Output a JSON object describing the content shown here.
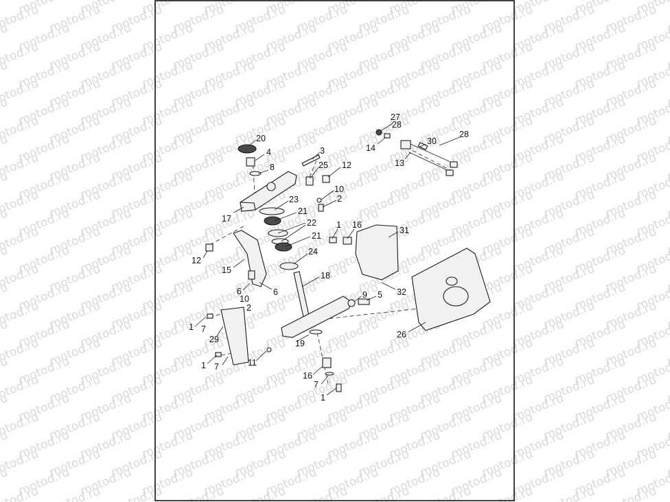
{
  "watermark": {
    "text": "motod.ru"
  },
  "callouts": [
    {
      "label": "20"
    },
    {
      "label": "4"
    },
    {
      "label": "3"
    },
    {
      "label": "8"
    },
    {
      "label": "25"
    },
    {
      "label": "12"
    },
    {
      "label": "10"
    },
    {
      "label": "2"
    },
    {
      "label": "23"
    },
    {
      "label": "21"
    },
    {
      "label": "22"
    },
    {
      "label": "21"
    },
    {
      "label": "17"
    },
    {
      "label": "1"
    },
    {
      "label": "16"
    },
    {
      "label": "31"
    },
    {
      "label": "12"
    },
    {
      "label": "15"
    },
    {
      "label": "24"
    },
    {
      "label": "18"
    },
    {
      "label": "6"
    },
    {
      "label": "10"
    },
    {
      "label": "6"
    },
    {
      "label": "2"
    },
    {
      "label": "32"
    },
    {
      "label": "9"
    },
    {
      "label": "5"
    },
    {
      "label": "1"
    },
    {
      "label": "7"
    },
    {
      "label": "29"
    },
    {
      "label": "19"
    },
    {
      "label": "26"
    },
    {
      "label": "1"
    },
    {
      "label": "7"
    },
    {
      "label": "11"
    },
    {
      "label": "16"
    },
    {
      "label": "7"
    },
    {
      "label": "1"
    },
    {
      "label": "27"
    },
    {
      "label": "28"
    },
    {
      "label": "14"
    },
    {
      "label": "28"
    },
    {
      "label": "30"
    },
    {
      "label": "13"
    }
  ]
}
